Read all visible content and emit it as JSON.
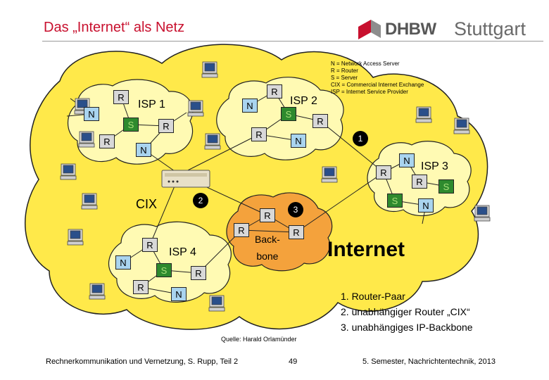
{
  "slide": {
    "title": "Das „Internet“ als Netz",
    "logo_dhbw": "DHBW",
    "logo_city": "Stuttgart"
  },
  "legend": [
    "N = Network Access Server",
    "R = Router",
    "S = Server",
    "CIX = Commercial Internet Exchange",
    "ISP = Internet Service Provider"
  ],
  "clouds": {
    "isp1": "ISP 1",
    "isp2": "ISP 2",
    "isp3": "ISP 3",
    "isp4": "ISP 4"
  },
  "cix_label": "CIX",
  "backbone": {
    "line1": "Back-",
    "line2": "bone"
  },
  "internet_label": "Internet",
  "badges": [
    "1",
    "2",
    "3"
  ],
  "node_letters": {
    "N": "N",
    "R": "R",
    "S": "S"
  },
  "list": [
    "1. Router-Paar",
    "2. unabhängiger Router „CIX“",
    "3. unabhängiges IP-Backbone"
  ],
  "source": "Quelle: Harald Orlamünder",
  "footer": {
    "left": "Rechnerkommunikation und Vernetzung, S. Rupp, Teil 2",
    "page": "49",
    "right": "5. Semester, Nachrichtentechnik, 2013"
  },
  "colors": {
    "title": "#c8102e",
    "internet_cloud": "#ffe94a",
    "isp_cloud": "#fffab3",
    "backbone_cloud": "#f4a23c",
    "network_access_server": "#a9d4ef",
    "router": "#d8d8d8",
    "server": "#2e8a2e"
  }
}
